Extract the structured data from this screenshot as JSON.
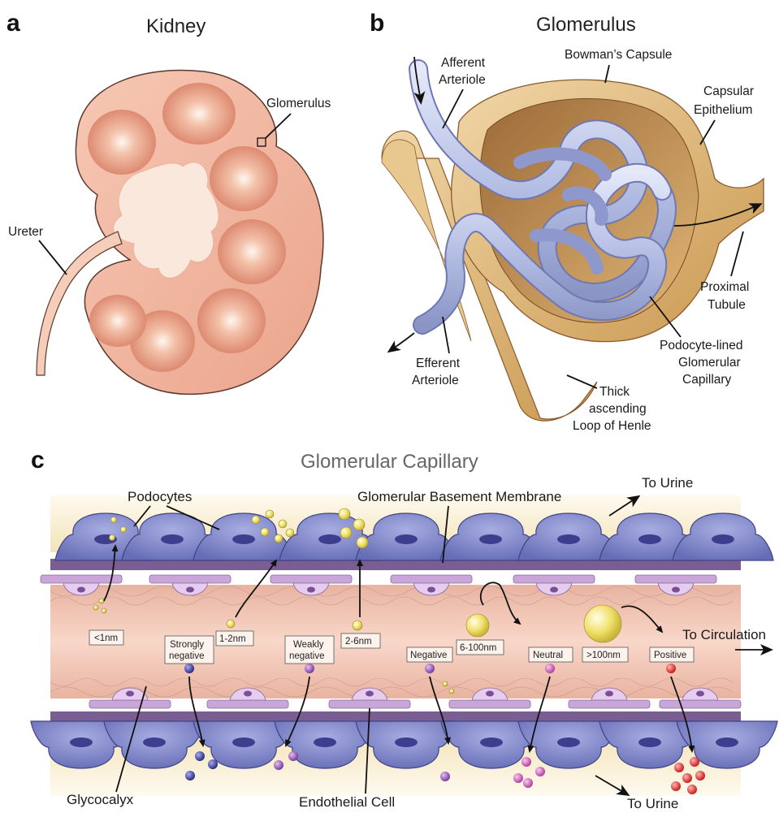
{
  "panels": {
    "a": {
      "letter": "a",
      "title": "Kidney",
      "labels": {
        "glomerulus": "Glomerulus",
        "ureter": "Ureter"
      }
    },
    "b": {
      "letter": "b",
      "title": "Glomerulus",
      "labels": {
        "afferent_1": "Afferent",
        "afferent_2": "Arteriole",
        "bowmans": "Bowman’s Capsule",
        "capsular_1": "Capsular",
        "capsular_2": "Epithelium",
        "proximal_1": "Proximal",
        "proximal_2": "Tubule",
        "podocyte_1": "Podocyte-lined",
        "podocyte_2": "Glomerular",
        "podocyte_3": "Capillary",
        "efferent_1": "Efferent",
        "efferent_2": "Arteriole",
        "henle_1": "Thick",
        "henle_2": "ascending",
        "henle_3": "Loop of Henle"
      }
    },
    "c": {
      "letter": "c",
      "title": "Glomerular Capillary",
      "labels": {
        "podocytes": "Podocytes",
        "gbm": "Glomerular Basement Membrane",
        "to_urine_top": "To Urine",
        "to_circulation": "To Circulation",
        "glycocalyx": "Glycocalyx",
        "endothelial": "Endothelial Cell",
        "to_urine_bottom": "To Urine"
      },
      "size_boxes": [
        "<1nm",
        "1-2nm",
        "2-6nm",
        "6-100nm",
        ">100nm"
      ],
      "charge_boxes": {
        "strongly_1": "Strongly",
        "strongly_2": "negative",
        "weakly_1": "Weakly",
        "weakly_2": "negative",
        "negative": "Negative",
        "neutral": "Neutral",
        "positive": "Positive"
      }
    }
  },
  "colors": {
    "kidney_outer": "#f0b8a0",
    "kidney_pyramid": "#dc8a70",
    "pelvis": "#fbe8dc",
    "capillary": "#b8c2e6",
    "capsule": "#d9b57c",
    "capsule_dark": "#8a5a2c",
    "podocyte": "#7f86c8",
    "gbm": "#7a5e93",
    "lumen": "#f3c4b2",
    "urine_space": "#f7edd0",
    "endothelial": "#c8a6d8",
    "yellow_particle": "#efe37a",
    "blue_particle": "#3c3f9e",
    "purple_particle": "#9556b8",
    "red_particle": "#e0302e"
  }
}
